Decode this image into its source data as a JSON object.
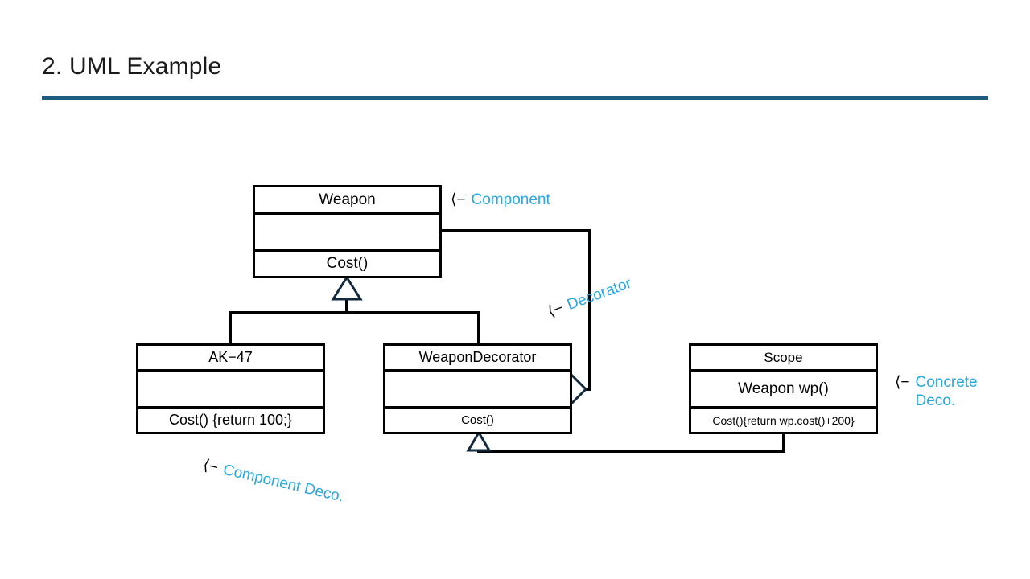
{
  "slide": {
    "title": "2. UML Example",
    "rule_color": "#1d5c7e",
    "background": "#ffffff"
  },
  "diagram": {
    "type": "uml-class-diagram",
    "accent_color": "#29a8e0",
    "line_color": "#000000",
    "arrow_glyph": "⟨−",
    "classes": [
      {
        "id": "weapon",
        "name": "Weapon",
        "attributes": "",
        "operations": "Cost()",
        "annotation": "Component"
      },
      {
        "id": "ak47",
        "name": "AK−47",
        "attributes": "",
        "operations": "Cost() {return 100;}",
        "annotation": "Component Deco."
      },
      {
        "id": "weapondecorator",
        "name": "WeaponDecorator",
        "attributes": "",
        "operations": "Cost()",
        "annotation": "Decorator"
      },
      {
        "id": "scope",
        "name": "Scope",
        "attributes": "Weapon wp()",
        "operations": "Cost(){return wp.cost()+200}",
        "annotation": "Concrete Deco."
      }
    ],
    "annotations": [
      {
        "id": "component",
        "arrow": "⟨−",
        "text": "Component"
      },
      {
        "id": "decorator",
        "arrow": "⟨−",
        "text": "Decorator"
      },
      {
        "id": "component-deco",
        "arrow": "⟨−",
        "text": "Component Deco."
      },
      {
        "id": "concrete-deco",
        "arrow": "⟨−",
        "text": "Concrete Deco."
      }
    ],
    "relationships": [
      {
        "from": "ak47",
        "to": "weapon",
        "kind": "generalization"
      },
      {
        "from": "weapondecorator",
        "to": "weapon",
        "kind": "generalization"
      },
      {
        "from": "weapondecorator",
        "to": "weapon",
        "kind": "aggregation"
      },
      {
        "from": "scope",
        "to": "weapondecorator",
        "kind": "generalization"
      }
    ]
  }
}
